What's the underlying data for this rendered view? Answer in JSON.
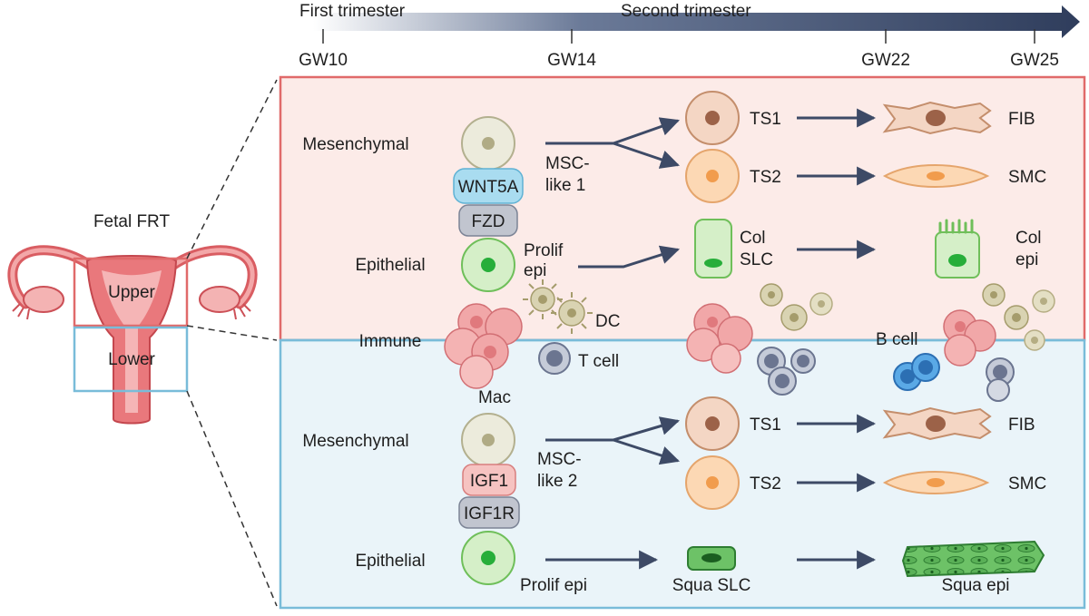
{
  "timeline": {
    "first_trimester": "First trimester",
    "second_trimester": "Second trimester",
    "ticks": [
      "GW10",
      "GW14",
      "GW22",
      "GW25"
    ]
  },
  "organ": {
    "title": "Fetal FRT",
    "upper": "Upper",
    "lower": "Lower"
  },
  "upper": {
    "mesenchymal": {
      "label": "Mesenchymal",
      "ligand": "WNT5A",
      "receptor": "FZD",
      "msc_line1": "MSC-",
      "msc_line2": "like 1",
      "ts1": "TS1",
      "ts2": "TS2",
      "fib": "FIB",
      "smc": "SMC"
    },
    "epithelial": {
      "label": "Epithelial",
      "prolif_line1": "Prolif",
      "prolif_line2": "epi",
      "slc_line1": "Col",
      "slc_line2": "SLC",
      "epi_line1": "Col",
      "epi_line2": "epi"
    }
  },
  "immune": {
    "label": "Immune",
    "dc": "DC",
    "tcell": "T cell",
    "mac": "Mac",
    "bcell": "B cell"
  },
  "lower": {
    "mesenchymal": {
      "label": "Mesenchymal",
      "ligand": "IGF1",
      "receptor": "IGF1R",
      "msc_line1": "MSC-",
      "msc_line2": "like 2",
      "ts1": "TS1",
      "ts2": "TS2",
      "fib": "FIB",
      "smc": "SMC"
    },
    "epithelial": {
      "label": "Epithelial",
      "prolif": "Prolif epi",
      "slc": "Squa SLC",
      "epi": "Squa epi"
    }
  },
  "colors": {
    "arrow": "#3d4a66",
    "upper_bg": "#fcebe8",
    "upper_border": "#e06a6a",
    "lower_bg": "#eaf4f9",
    "lower_border": "#79bcd9"
  }
}
